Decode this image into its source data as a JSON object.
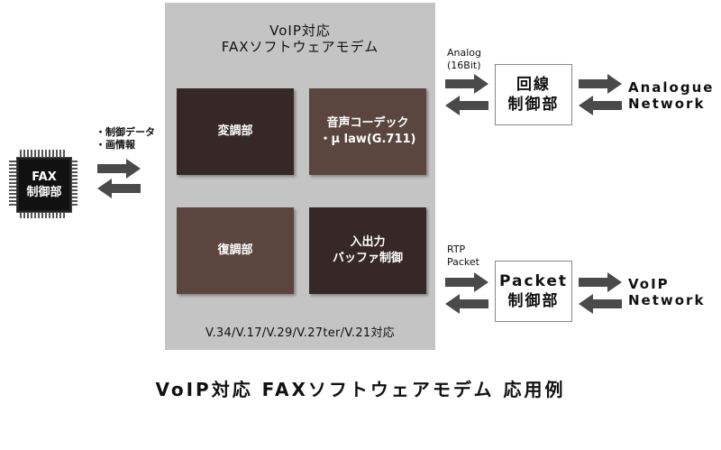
{
  "chip": {
    "label": "FAX\n制御部"
  },
  "chip_link_label": "・制御データ\n・画情報",
  "modem": {
    "title": "VoIP対応\nFAXソフトウェアモデム",
    "blocks": {
      "modulation": "変調部",
      "codec": "音声コーデック\n・μ law(G.711)",
      "demodulation": "復調部",
      "io_buffer": "入出力\nバッファ制御"
    },
    "footer": "V.34/V.17/V.29/V.27ter/V.21対応"
  },
  "analog": {
    "link_label": "Analog\n(16Bit)",
    "control": "回線\n制御部",
    "network": "Analogue\nNetwork"
  },
  "packet": {
    "link_label": "RTP\nPacket",
    "control": "Packet\n制御部",
    "network": "VoIP\nNetwork"
  },
  "caption": "VoIP対応 FAXソフトウェアモデム 応用例",
  "colors": {
    "block_dark": "#352826",
    "block_brown": "#5a463e",
    "panel": "#c4c4c4",
    "arrow": "#4a4a4a"
  }
}
